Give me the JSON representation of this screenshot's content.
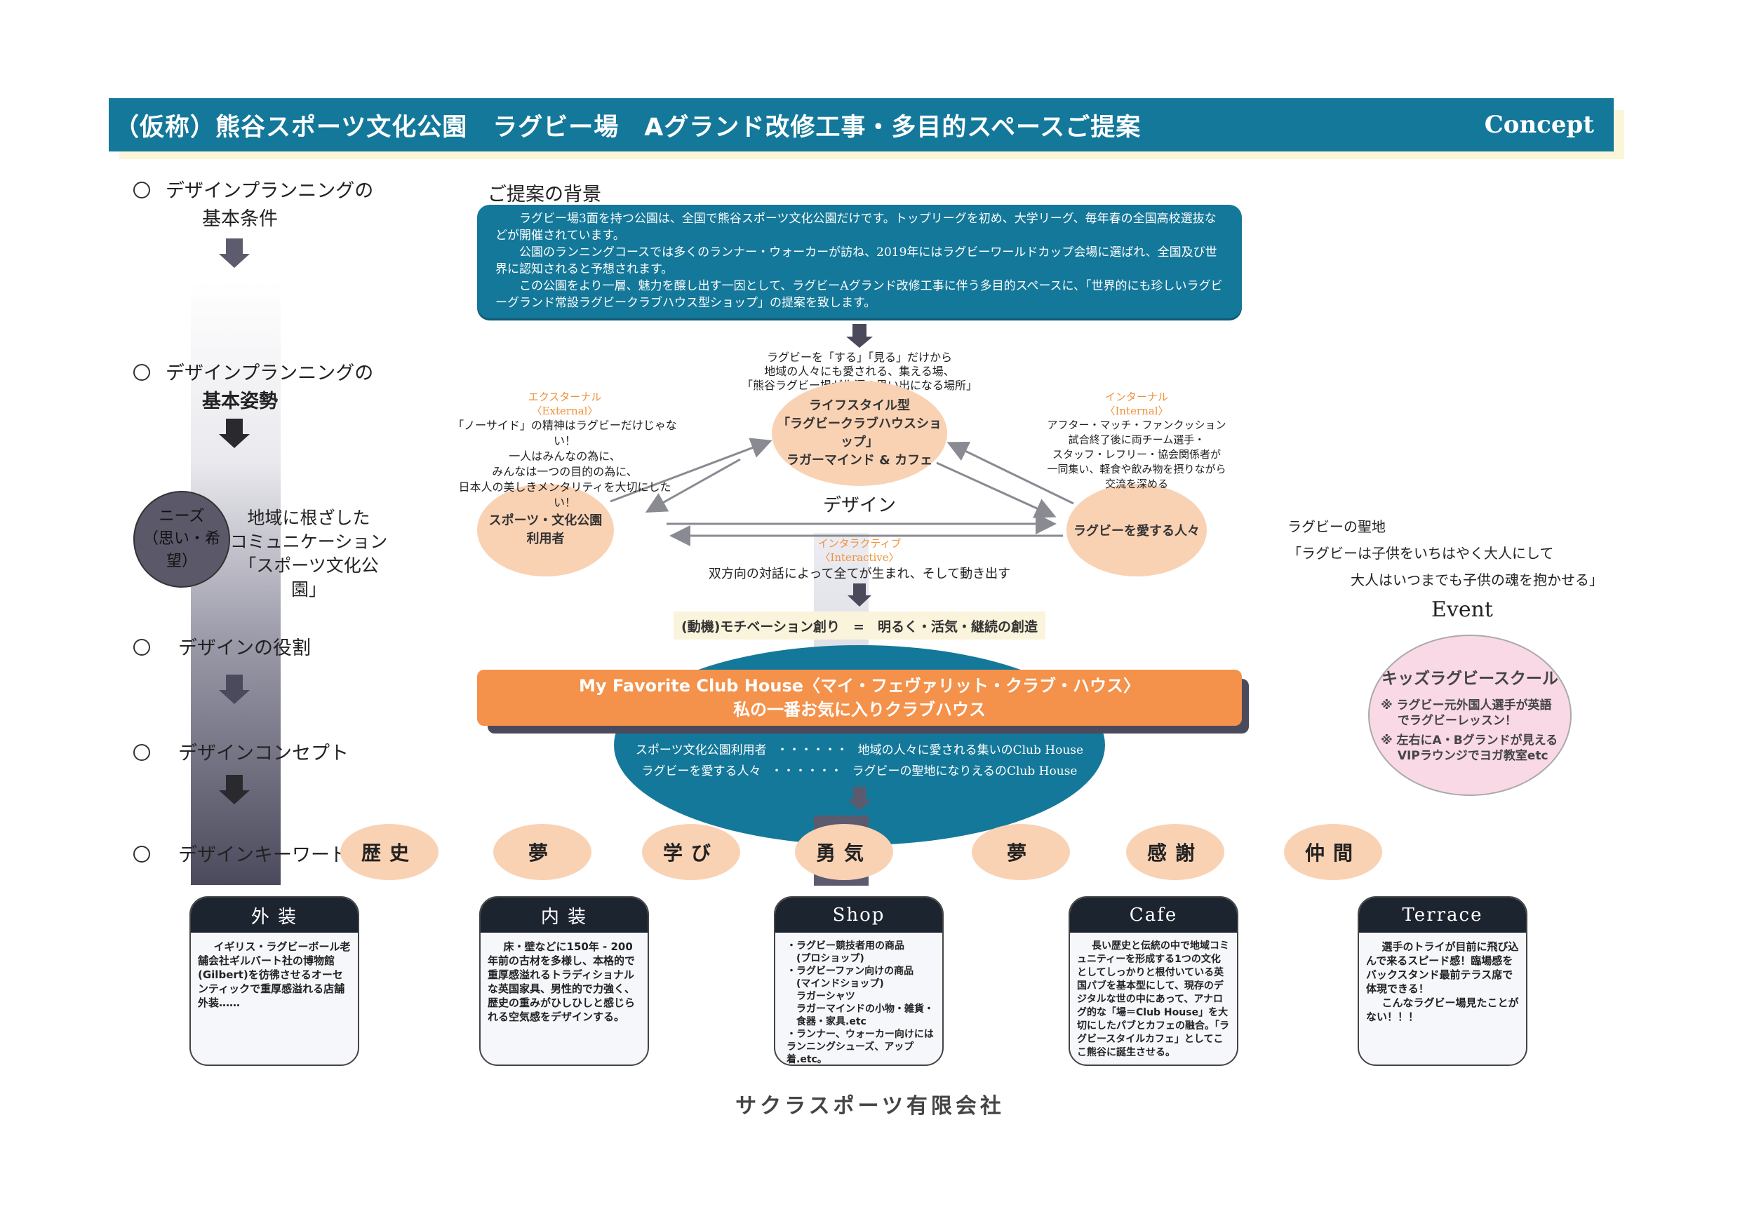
{
  "header": {
    "title": "（仮称）熊谷スポーツ文化公園　ラグビー場　Aグランド改修工事・多目的スペースご提案",
    "section": "Concept",
    "bar_color": "#14789a"
  },
  "left_column": {
    "items": [
      {
        "line1": "デザインプランニングの",
        "line2": "基本条件"
      },
      {
        "line1": "デザインプランニングの",
        "line2": "基本姿勢"
      },
      {
        "line1": "デザインの役割",
        "line2": ""
      },
      {
        "line1": "デザインコンセプト",
        "line2": ""
      },
      {
        "line1": "デザインキーワード",
        "line2": ""
      }
    ],
    "needs": {
      "line1": "ニーズ",
      "line2": "（思い・希望）"
    },
    "community": {
      "line1": "地域に根ざした",
      "line2": "コミュニケーション",
      "line3": "「スポーツ文化公園」"
    }
  },
  "background": {
    "label": "ご提案の背景",
    "paragraphs": [
      "ラグビー場3面を持つ公園は、全国で熊谷スポーツ文化公園だけです。トップリーグを初め、大学リーグ、毎年春の全国高校選抜などが開催されています。",
      "公園のランニングコースでは多くのランナー・ウォーカーが訪ね、2019年にはラグビーワールドカップ会場に選ばれ、全国及び世界に認知されると予想されます。",
      "この公園をより一層、魅力を醸し出す一因として、ラグビーAグランド改修工事に伴う多目的スペースに、「世界的にも珍しいラグビーグランド常設ラグビークラブハウス型ショップ」の提案を致します。"
    ]
  },
  "diagram": {
    "intro": [
      "ラグビーを「する」「見る」だけから",
      "地域の人々にも愛される、集える場、",
      "「熊谷ラグビー場が生涯の思い出になる場所」"
    ],
    "center_node": [
      "ライフスタイル型",
      "「ラグビークラブハウスショップ」",
      "ラガーマインド & カフェ"
    ],
    "left_node": [
      "スポーツ・文化公園",
      "利用者"
    ],
    "right_node": "ラグビーを愛する人々",
    "external": {
      "title": "エクスターナル",
      "title_en": "〈External〉",
      "lines": [
        "「ノーサイド」の精神はラグビーだけじゃない！",
        "一人はみんなの為に、",
        "みんなは一つの目的の為に、",
        "日本人の美しきメンタリティを大切にしたい！"
      ]
    },
    "internal": {
      "title": "インターナル",
      "title_en": "〈Internal〉",
      "lines": [
        "アフター・マッチ・ファンクッション",
        "試合終了後に両チーム選手・",
        "スタッフ・レフリー・協会関係者が",
        "一同集い、軽食や飲み物を摂りながら",
        "交流を深める"
      ]
    },
    "design_label": "デザイン",
    "interactive": {
      "title": "インタラクティブ",
      "title_en": "〈Interactive〉",
      "text": "双方向の対話によって全てが生まれ、そして動き出す"
    },
    "motivation": "(動機)モチベーション創り　=　明るく・活気・継続の創造",
    "concept": {
      "line1": "My Favorite Club House〈マイ・フェヴァリット・クラブ・ハウス〉",
      "line2": "私の一番お気に入りクラブハウス"
    },
    "concept_details": [
      {
        "who": "スポーツ文化公園利用者",
        "dots": "・・・・・・",
        "what": "地域の人々に愛される集いのClub House"
      },
      {
        "who": "ラグビーを愛する人々",
        "dots": "・・・・・・",
        "what": "ラグビーの聖地になりえるのClub House"
      }
    ]
  },
  "keywords": [
    "歴史",
    "夢",
    "学び",
    "勇気",
    "夢",
    "感謝",
    "仲間"
  ],
  "cards": [
    {
      "title": "外 装",
      "type": "text",
      "body": "イギリス・ラグビーボール老舗会社ギルバート社の博物館(Gilbert)を彷彿させるオーセンティックで重厚感溢れる店舗外装……"
    },
    {
      "title": "内 装",
      "type": "text",
      "body": "床・壁などに150年 - 200年前の古材を多様し、本格的で重厚感溢れるトラディショナルな英国家具、男性的で力強く、歴史の重みがひしひしと感じられる空気感をデザインする。"
    },
    {
      "title": "Shop",
      "type": "list",
      "lines": [
        "・ラグビー競技者用の商品",
        "　(プロショップ)",
        "・ラグビーファン向けの商品",
        "　(マインドショップ)",
        "　ラガーシャツ",
        "　ラガーマインドの小物・雑貨・",
        "　食器・家具.etc",
        "・ランナー、ウォーカー向けには",
        "ランニングシューズ、アップ着.etc。"
      ]
    },
    {
      "title": "Cafe",
      "type": "text",
      "body": "長い歴史と伝統の中で地域コミュニティーを形成する1つの文化としてしっかりと根付いている英国パブを基本型にして、現存のデジタルな世の中にあって、アナログ的な「場＝Club House」を大切にしたパブとカフェの融合。「ラグビースタイルカフェ」としてここ熊谷に誕生させる。"
    },
    {
      "title": "Terrace",
      "type": "text2",
      "paras": [
        "選手のトライが目前に飛び込んで来るスピード感！臨場感をバックスタンド最前テラス席で体現できる！",
        "こんなラグビー場見たことがない！！！"
      ]
    }
  ],
  "right_panel": {
    "title": "ラグビーの聖地",
    "quote1": "「ラグビーは子供をいちはやく大人にして",
    "quote2": "大人はいつまでも子供の魂を抱かせる」",
    "event_label": "Event",
    "event_name": "キッズラグビースクール",
    "event_notes": [
      "※ ラグビー元外国人選手が英語でラグビーレッスン！",
      "※ 左右にA・Bグランドが見えるVIPラウンジでヨガ教室etc"
    ]
  },
  "footer": {
    "company": "サクラスポーツ有限会社"
  },
  "colors": {
    "teal": "#14789a",
    "orange": "#f4914a",
    "peach": "#f9d2b4",
    "pink": "#f9d9e6",
    "dark": "#1c2430"
  }
}
